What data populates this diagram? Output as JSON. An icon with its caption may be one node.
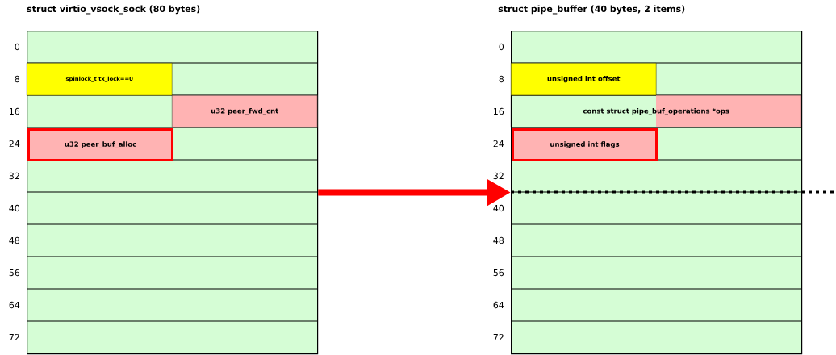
{
  "diagram": {
    "nodes": [
      {
        "text": [
          "struct virtio_vsock_sock (80 bytes)"
        ]
      },
      {
        "text": [
          "spinlock_t tx_lock==0"
        ],
        "in": 0
      },
      {
        "text": [
          "u32 peer_fwd_cnt"
        ],
        "in": 0
      },
      {
        "text": [
          "u32 peer_buf_alloc"
        ],
        "in": 0
      },
      {
        "text": [
          "struct pipe_buffer (40 bytes, 2 items)"
        ]
      },
      {
        "text": [
          "unsigned int offset"
        ],
        "in": 4
      },
      {
        "text": [
          "const struct pipe_buf_operations *ops"
        ],
        "in": 4
      },
      {
        "text": [
          "unsigned int flags"
        ],
        "in": 4
      }
    ],
    "edges": [
      {
        "from": 0,
        "to": 4,
        "arrow": "to",
        "color": "#ff0000"
      }
    ],
    "labels": [
      "0",
      "0",
      "8",
      "8",
      "16",
      "16",
      "24",
      "24",
      "32",
      "32",
      "40",
      "40",
      "48",
      "48",
      "56",
      "56",
      "64",
      "64",
      "72",
      "72"
    ]
  }
}
